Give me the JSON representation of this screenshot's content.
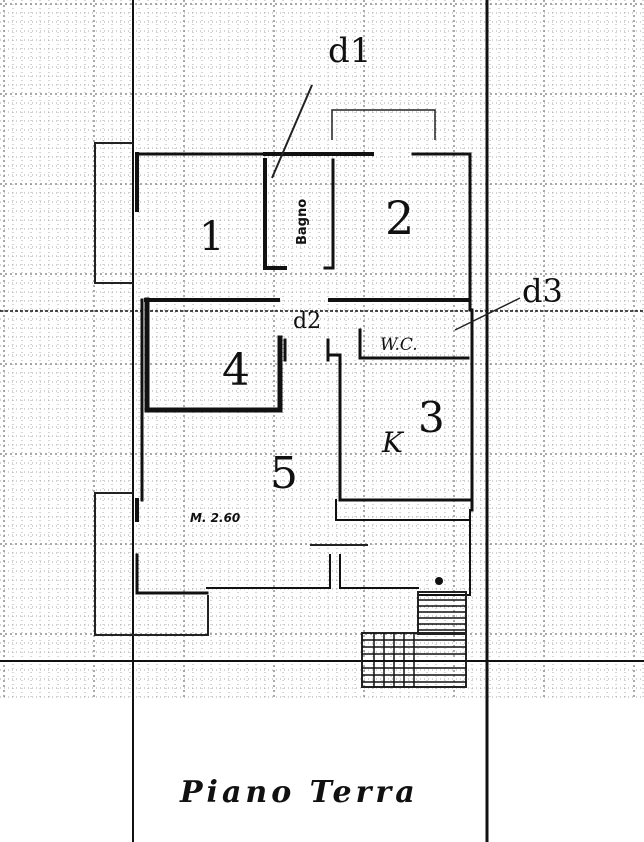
{
  "plan": {
    "title": "Piano Terra",
    "rooms": [
      {
        "key": "r1",
        "label": "1"
      },
      {
        "key": "r2",
        "label": "2"
      },
      {
        "key": "r3",
        "label": "3"
      },
      {
        "key": "r4",
        "label": "4"
      },
      {
        "key": "r5",
        "label": "5"
      }
    ],
    "labels": {
      "bagno": "Bagno",
      "wc": "W.C.",
      "k": "K",
      "area": "M. 2.60",
      "d1": "d1",
      "d2": "d2",
      "d3": "d3"
    },
    "colors": {
      "ink": "#111111",
      "paper": "#ffffff",
      "grid": "#8a8a8a"
    }
  }
}
